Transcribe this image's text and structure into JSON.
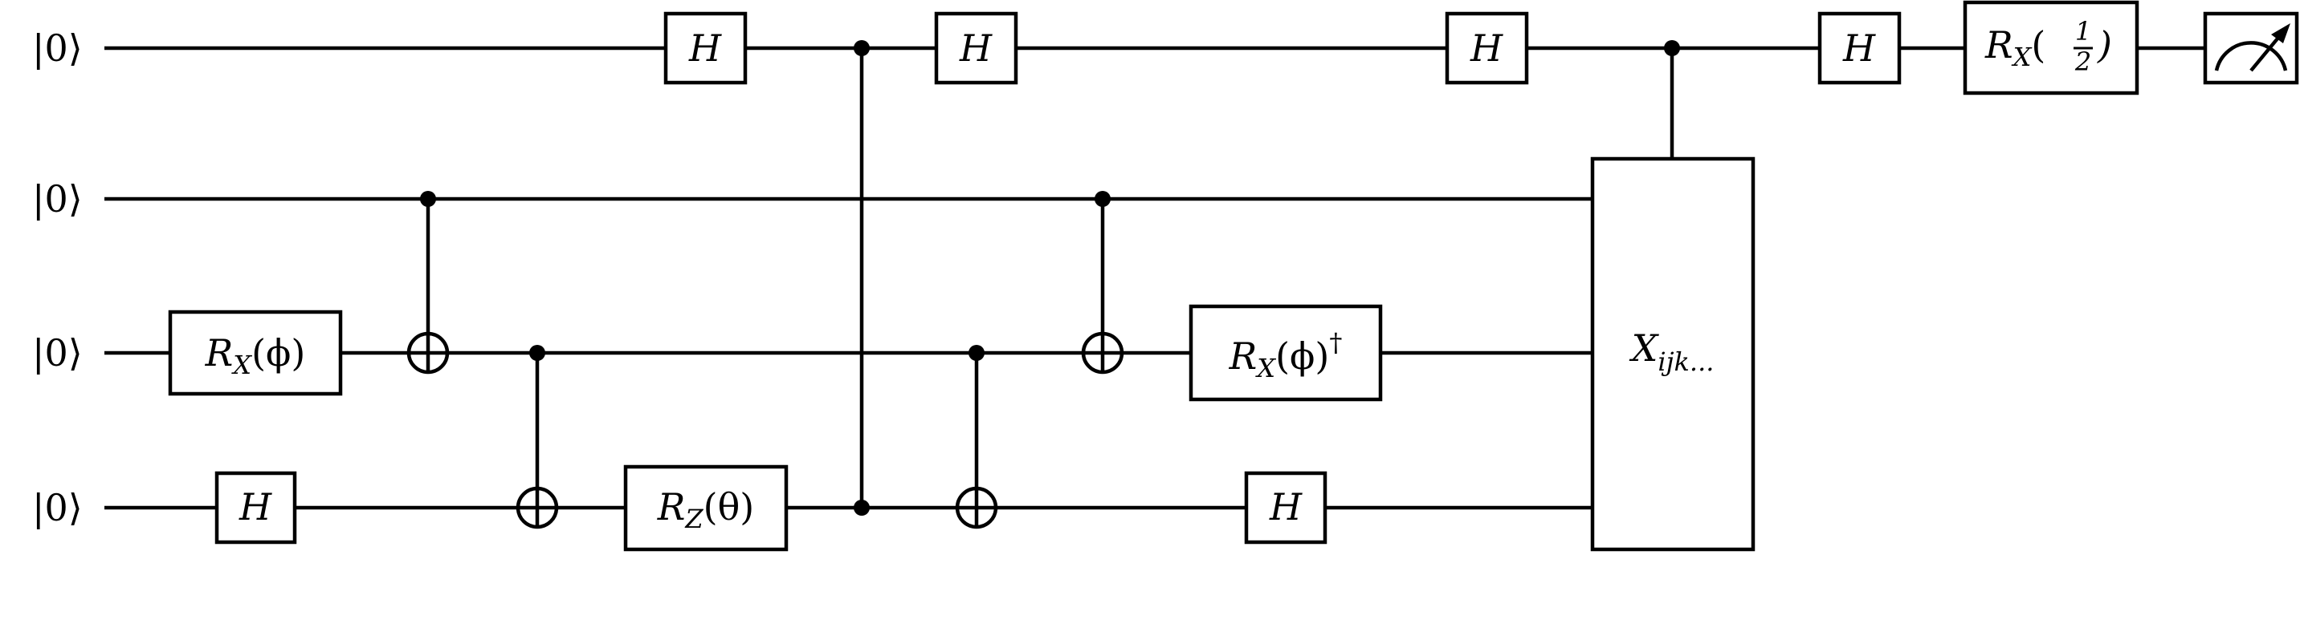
{
  "qubits": [
    {
      "init": "|0⟩"
    },
    {
      "init": "|0⟩"
    },
    {
      "init": "|0⟩"
    },
    {
      "init": "|0⟩"
    }
  ],
  "gates": {
    "h": "H",
    "rx_phi": {
      "base": "R",
      "sub": "X",
      "arg": "(ϕ)"
    },
    "rx_phi_dag": {
      "base": "R",
      "sub": "X",
      "arg": "(ϕ)",
      "sup": "†"
    },
    "rz_theta": {
      "base": "R",
      "sub": "Z",
      "arg": "(θ)"
    },
    "rx_half": {
      "base": "R",
      "sub": "X",
      "open": "(",
      "num": "1",
      "den": "2",
      "close": ")"
    },
    "x_multi": {
      "base": "X",
      "sub": "ijk..."
    }
  },
  "measure": {
    "icon": "meter-icon"
  }
}
